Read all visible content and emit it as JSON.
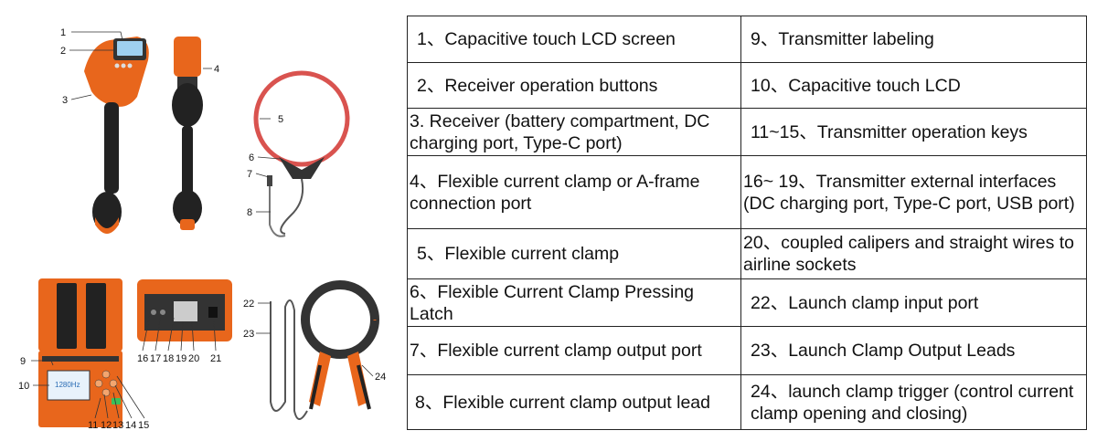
{
  "callouts": [
    "1",
    "2",
    "3",
    "4",
    "5",
    "6",
    "7",
    "8",
    "9",
    "10",
    "11",
    "12",
    "13",
    "14",
    "15",
    "16",
    "17",
    "18",
    "19",
    "20",
    "21",
    "22",
    "23",
    "24"
  ],
  "lcd_readout": "1280Hz",
  "colors": {
    "accent_orange": "#e8661c",
    "body_dark": "#222222",
    "coil_red": "#d9534f",
    "border": "#222222"
  },
  "table": {
    "rows": [
      [
        "1、Capacitive touch LCD screen",
        "9、Transmitter labeling"
      ],
      [
        "2、Receiver operation buttons",
        "10、Capacitive touch LCD"
      ],
      [
        "3. Receiver (battery compartment, DC charging port, Type-C port)",
        "11~15、Transmitter operation keys"
      ],
      [
        "4、Flexible current clamp or A-frame connection port",
        "16~ 19、Transmitter external interfaces (DC charging port, Type-C port, USB port)"
      ],
      [
        "5、Flexible current clamp",
        "20、coupled calipers and straight wires to airline sockets"
      ],
      [
        "6、Flexible Current Clamp Pressing Latch",
        "22、Launch clamp input port"
      ],
      [
        "7、Flexible current clamp output port",
        "23、Launch Clamp Output Leads"
      ],
      [
        "8、Flexible current clamp output lead",
        "24、launch clamp trigger (control current clamp opening and closing)"
      ]
    ]
  }
}
